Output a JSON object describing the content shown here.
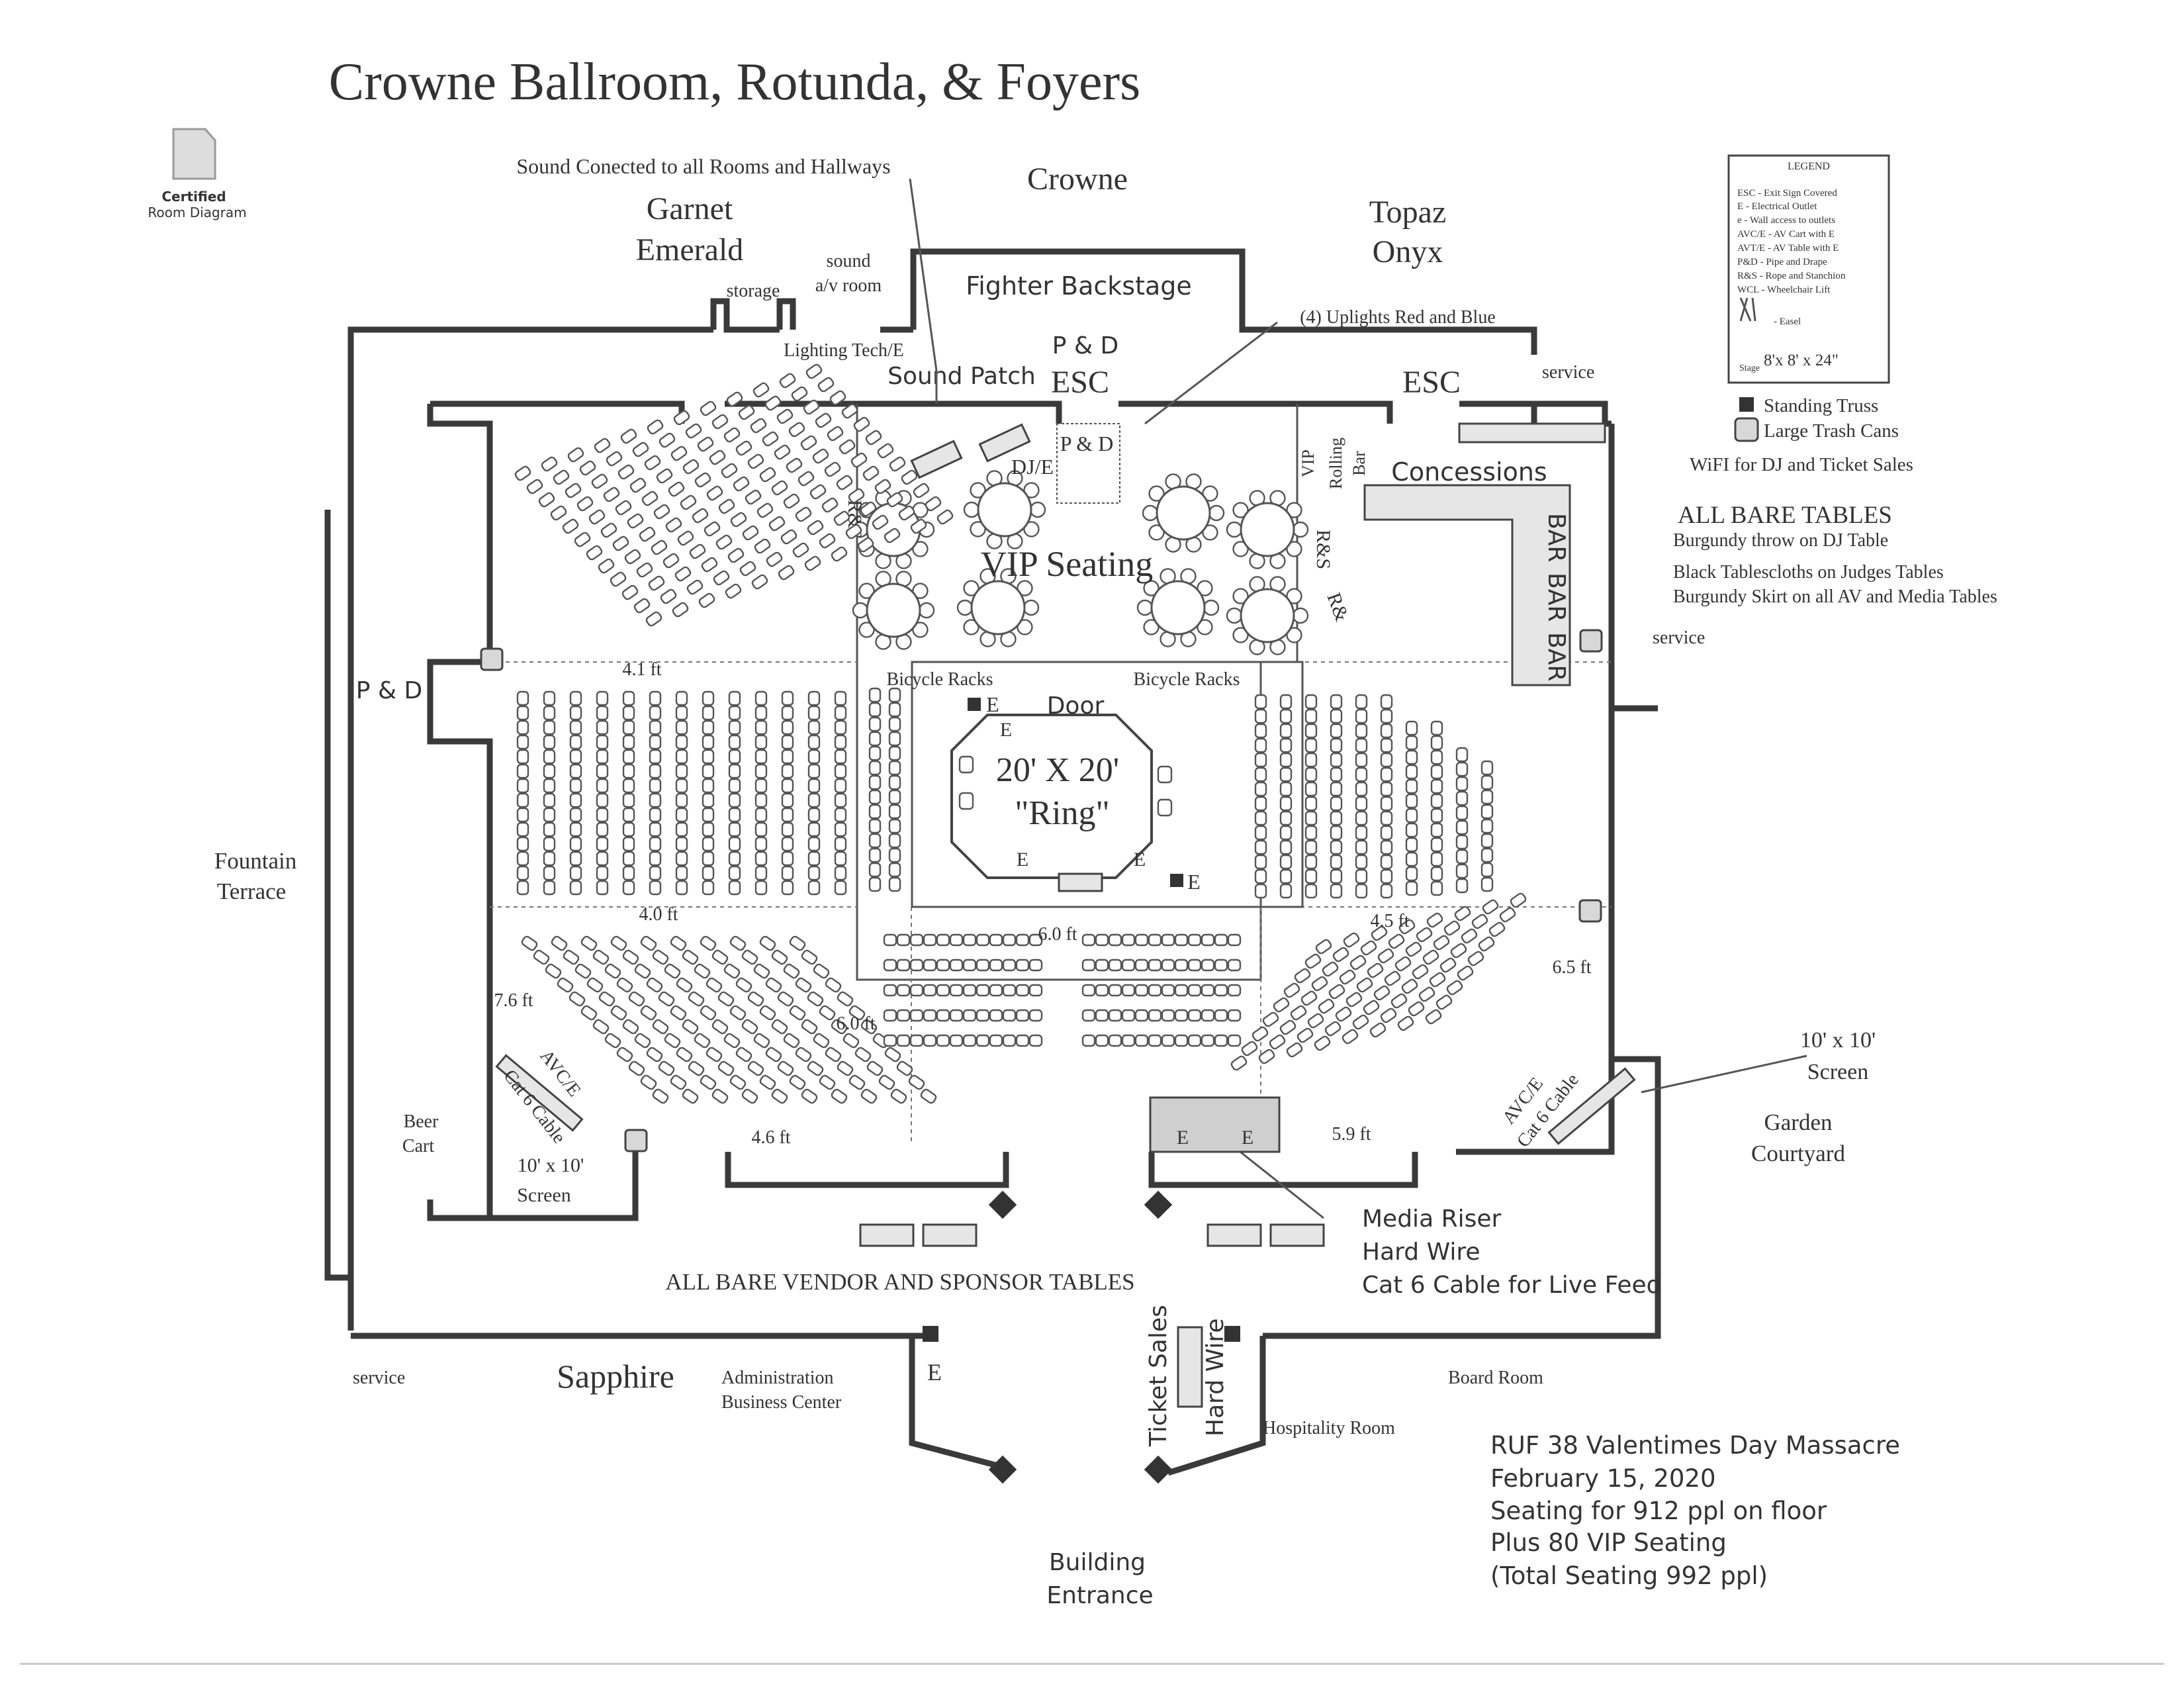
{
  "title": "Crowne Ballroom, Rotunda, & Foyers",
  "badge": {
    "line1": "Certified",
    "line2": "Room Diagram"
  },
  "legend": {
    "heading": "LEGEND",
    "items": [
      "ESC - Exit Sign Covered",
      "E - Electrical Outlet",
      "e - Wall access to outlets",
      "AVC/E - AV Cart with E",
      "AVT/E - AV Table with E",
      "P&D - Pipe and Drape",
      "R&S - Rope and Stanchion",
      "WCL - Wheelchair Lift"
    ],
    "easel": "- Easel",
    "stage_label": "Stage",
    "stage_value": "8'x 8' x 24\""
  },
  "key": {
    "truss": "Standing Truss",
    "trash": "Large Trash Cans",
    "wifi": "WiFI for DJ and Ticket Sales"
  },
  "bare_tables": {
    "heading": "ALL BARE TABLES",
    "lines": [
      "Burgundy throw on DJ Table",
      "Black Tablescloths on Judges Tables",
      "Burgundy Skirt on all AV and Media Tables"
    ]
  },
  "rooms": {
    "crowne": "Crowne",
    "garnet": "Garnet",
    "emerald": "Emerald",
    "topaz": "Topaz",
    "onyx": "Onyx",
    "fountain1": "Fountain",
    "fountain2": "Terrace",
    "garden1": "Garden",
    "garden2": "Courtyard",
    "sapphire": "Sapphire",
    "admin1": "Administration",
    "admin2": "Business Center",
    "hospitality": "Hospitality Room",
    "board": "Board Room",
    "entrance1": "Building",
    "entrance2": "Entrance",
    "backstage": "Fighter Backstage",
    "storage": "storage",
    "sound_room1": "sound",
    "sound_room2": "a/v room",
    "service": "service",
    "beer1": "Beer",
    "beer2": "Cart"
  },
  "labels": {
    "sound_connected": "Sound Conected to all Rooms and Hallways",
    "uplights": "(4) Uplights Red and Blue",
    "lighting": "Lighting Tech/E",
    "sound_patch": "Sound Patch",
    "pd": "P & D",
    "pd_amp": "P & D",
    "esc": "ESC",
    "dje": "DJ/E",
    "vip_seating": "VIP Seating",
    "vip_bar1": "VIP",
    "vip_bar2": "Rolling",
    "vip_bar3": "Bar",
    "concessions": "Concessions",
    "bar": "BAR",
    "rs": "R&S",
    "rs_short": "R&",
    "bicycle": "Bicycle Racks",
    "door": "Door",
    "ring1": "20' X 20'",
    "ring2": "\"Ring\"",
    "e": "E",
    "avce": "AVC/E",
    "cat6": "Cat 6 Cable",
    "screen1": "10' x 10'",
    "screen2": "Screen",
    "media1": "Media Riser",
    "media2": "Hard Wire",
    "media3": "Cat 6 Cable for Live Feed",
    "vendor": "ALL BARE VENDOR AND SPONSOR TABLES",
    "ticket": "Ticket Sales",
    "hardwire": "Hard Wire"
  },
  "distances": {
    "d41": "4.1 ft",
    "d40": "4.0 ft",
    "d60a": "6.0 ft",
    "d60b": "6.0 ft",
    "d45": "4.5 ft",
    "d65": "6.5 ft",
    "d76": "7.6 ft",
    "d46": "4.6 ft",
    "d59": "5.9 ft"
  },
  "event": {
    "line1": "RUF 38 Valentimes Day Massacre",
    "line2": "February 15, 2020",
    "line3": "Seating for 912 ppl on floor",
    "line4": "Plus 80 VIP Seating",
    "line5": "(Total Seating 992 ppl)"
  },
  "colors": {
    "ink": "#333333",
    "wall": "#3a3a3a",
    "fill": "#e6e6e6"
  }
}
